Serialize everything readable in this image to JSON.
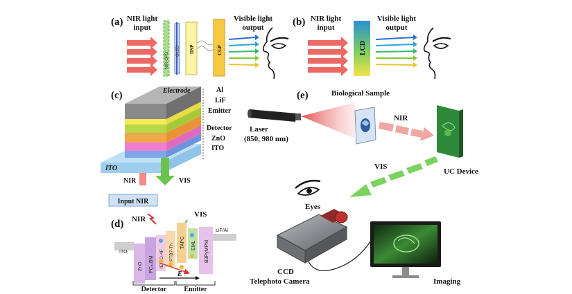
{
  "panel_a": {
    "tag": "(a)",
    "input_label": [
      "NIR light",
      "input"
    ],
    "layers": [
      "NIR-OPD",
      "OLED",
      "DSP",
      "CGP"
    ],
    "output_label": [
      "Visible light",
      "output"
    ]
  },
  "panel_b": {
    "tag": "(b)",
    "input_label": [
      "NIR light",
      "input"
    ],
    "device": "LCD",
    "output_label": [
      "Visible light",
      "output"
    ]
  },
  "panel_c": {
    "tag": "(c)",
    "electrode": "Electrode",
    "layers": [
      "Al",
      "LiF",
      "Emitter",
      "Detector",
      "ZnO",
      "ITO"
    ],
    "substrate": "ITO",
    "nir": "NIR",
    "vis": "VIS",
    "input_box": "Input NIR"
  },
  "panel_d": {
    "tag": "(d)",
    "nir": "NIR",
    "vis": "VIS",
    "levels": [
      "ITO",
      "ZnO",
      "PC₆₁BM",
      "IEICO-4F",
      "PTB7-Th",
      "TAPC",
      "EML",
      "B3PyMPM",
      "LiF/Al"
    ],
    "field": "E",
    "detector": "Detector",
    "emitter": "Emitter"
  },
  "panel_e": {
    "tag": "(e)",
    "sample": "Biological Sample",
    "laser": [
      "Laser",
      "(850, 980 nm)"
    ],
    "nir": "NIR",
    "vis": "VIS",
    "device": "UC Device",
    "eyes": "Eyes",
    "camera": [
      "CCD",
      "Telephoto Camera"
    ],
    "imaging": "Imaging"
  },
  "colors": {
    "nir": "#e8605a",
    "vis": "#5cc24a",
    "ito": "#a9d4f0",
    "emitter": "#9bd35a",
    "detector": "#f2ea55",
    "zno": "#f0a9d8"
  }
}
